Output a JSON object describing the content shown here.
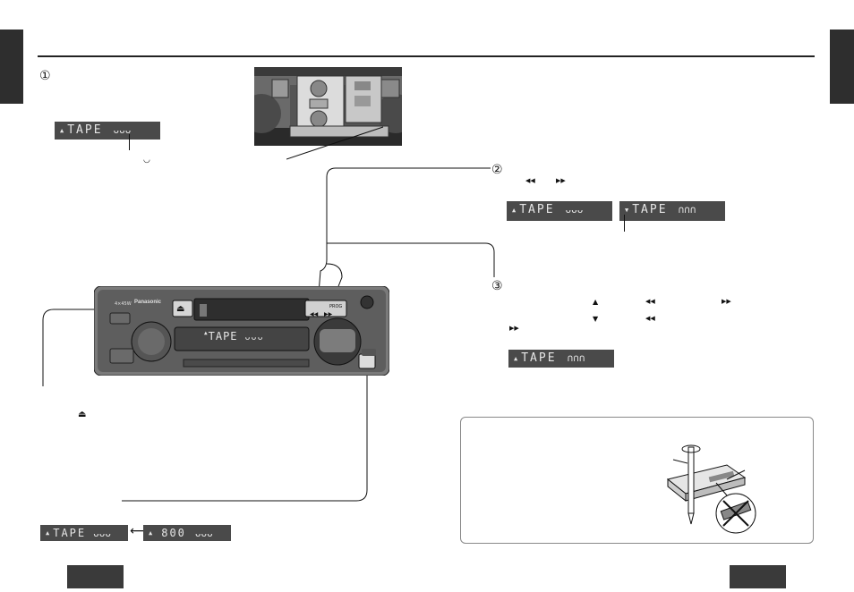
{
  "left_tab": {
    "color": "#2e2e2e"
  },
  "right_tab": {
    "color": "#2e2e2e"
  },
  "step1": {
    "number": "①"
  },
  "step2": {
    "number": "②"
  },
  "step3": {
    "number": "③"
  },
  "displays": {
    "tape_forward": {
      "indicator": "▲",
      "word": "TAPE",
      "symbol": "ᴗᴗᴗ"
    },
    "step2_a": {
      "indicator": "▲",
      "word": "TAPE",
      "symbol": "ᴗᴗᴗ"
    },
    "step2_b": {
      "indicator": "▼",
      "word": "TAPE",
      "symbol": "∩∩∩"
    },
    "step3": {
      "indicator": "▲",
      "word": "TAPE",
      "symbol": "∩∩∩"
    },
    "bottom_a": {
      "indicator": "▲",
      "word": "TAPE",
      "symbol": "ᴗᴗᴗ"
    },
    "bottom_b": {
      "indicator": "▲",
      "word": "800",
      "symbol": "ᴗᴗᴗ"
    },
    "unit": {
      "indicator": "▲",
      "word": "TAPE",
      "symbol": "ᴗᴗᴗ"
    }
  },
  "symbols": {
    "rew": "◀◀",
    "ff": "▶▶",
    "up": "▲",
    "down": "▼",
    "eject": "⏏",
    "swap": "⟷",
    "small_mark": "◡"
  },
  "unit": {
    "brand": "Panasonic",
    "power": "4×45W",
    "button_label": "PROG"
  }
}
